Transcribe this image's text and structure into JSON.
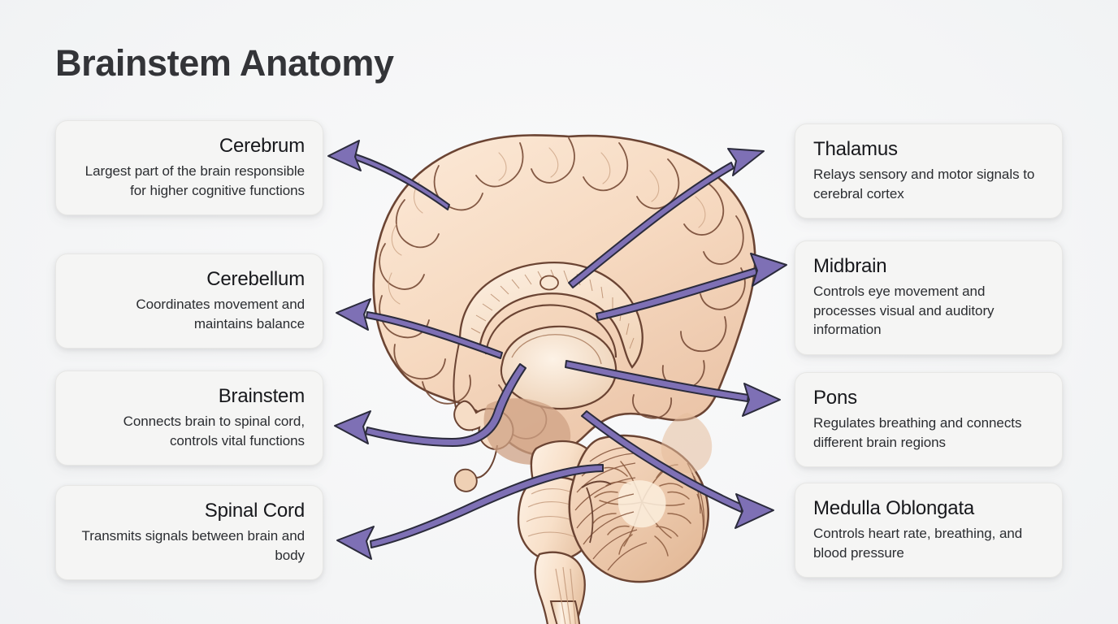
{
  "page": {
    "title": "Brainstem Anatomy",
    "background_color": "#f2f3f5",
    "card_background": "#f5f5f4",
    "accent_color": "#7e70b5",
    "arrow_outline_color": "#2a2a3a",
    "title_color": "#333438",
    "brain_fill": "#f7dcc4",
    "brain_ink": "#6b4432"
  },
  "illustration": {
    "name": "brain-sagittal-section",
    "description": "Hand-drawn mid-sagittal cross section of the human brain showing cerebrum, corpus callosum, thalamus, midbrain, pons, cerebellum, medulla oblongata and spinal cord",
    "interactable": false
  },
  "left_cards": [
    {
      "id": "cerebrum",
      "title": "Cerebrum",
      "description": "Largest part of the brain responsible for higher cognitive functions",
      "arrow": "arrow-left-cerebrum"
    },
    {
      "id": "cerebellum",
      "title": "Cerebellum",
      "description": "Coordinates movement and maintains balance",
      "arrow": "arrow-left-cerebellum"
    },
    {
      "id": "brainstem",
      "title": "Brainstem",
      "description": "Connects brain to spinal cord, controls vital functions",
      "arrow": "arrow-left-brainstem"
    },
    {
      "id": "spinalcord",
      "title": "Spinal Cord",
      "description": "Transmits signals between brain and body",
      "arrow": "arrow-left-spinalcord"
    }
  ],
  "right_cards": [
    {
      "id": "thalamus",
      "title": "Thalamus",
      "description": "Relays sensory and motor signals to cerebral cortex",
      "arrow": "arrow-right-thalamus"
    },
    {
      "id": "midbrain",
      "title": "Midbrain",
      "description": "Controls eye movement and processes visual and auditory information",
      "arrow": "arrow-right-midbrain"
    },
    {
      "id": "pons",
      "title": "Pons",
      "description": "Regulates breathing and connects different brain regions",
      "arrow": "arrow-right-pons"
    },
    {
      "id": "medulla",
      "title": "Medulla Oblongata",
      "description": "Controls heart rate, breathing, and blood pressure",
      "arrow": "arrow-right-medulla"
    }
  ]
}
